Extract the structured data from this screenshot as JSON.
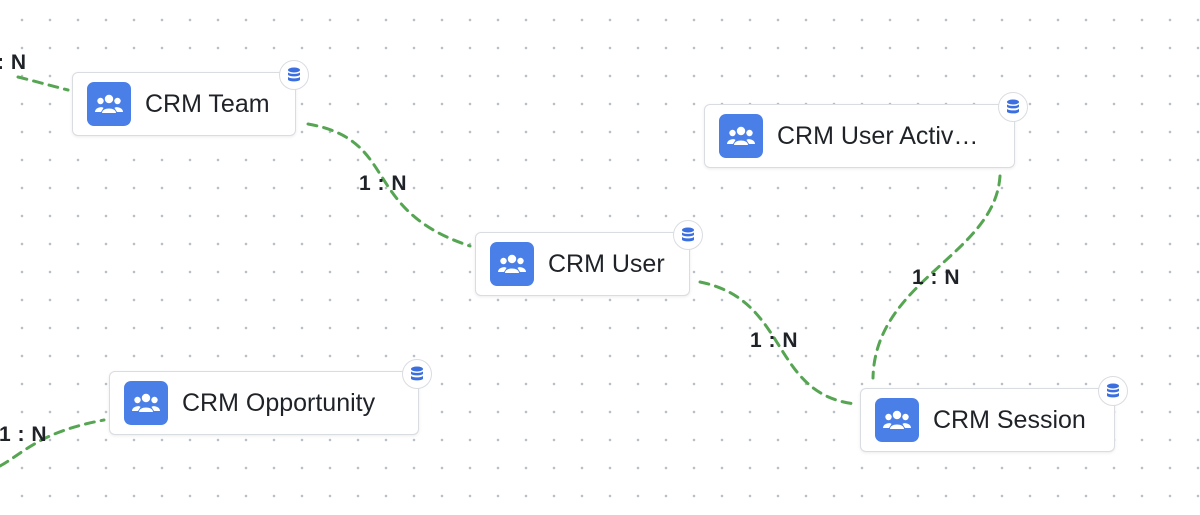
{
  "diagram": {
    "nodes": [
      {
        "id": "crm-team",
        "label": "CRM Team",
        "icon": "users-icon",
        "badge_icon": "database-icon"
      },
      {
        "id": "crm-user",
        "label": "CRM User",
        "icon": "users-icon",
        "badge_icon": "database-icon"
      },
      {
        "id": "crm-user-activity",
        "label": "CRM User Activ…",
        "icon": "users-icon",
        "badge_icon": "database-icon"
      },
      {
        "id": "crm-session",
        "label": "CRM Session",
        "icon": "users-icon",
        "badge_icon": "database-icon"
      },
      {
        "id": "crm-opportunity",
        "label": "CRM Opportunity",
        "icon": "users-icon",
        "badge_icon": "database-icon"
      }
    ],
    "edges": [
      {
        "from": "offscreen-left-top",
        "to": "crm-team",
        "label": ": N"
      },
      {
        "from": "crm-team",
        "to": "crm-user",
        "label": "1 : N"
      },
      {
        "from": "crm-user",
        "to": "crm-session",
        "label": "1 : N"
      },
      {
        "from": "crm-user-activity",
        "to": "crm-session",
        "label": "1 : N"
      },
      {
        "from": "offscreen-left-bottom",
        "to": "crm-opportunity",
        "label": "1 : N"
      }
    ]
  },
  "colors": {
    "edge": "#56a552",
    "icon_background": "#4a7fe8",
    "node_border": "#d9dce1",
    "canvas_dot": "#b9bec7"
  }
}
